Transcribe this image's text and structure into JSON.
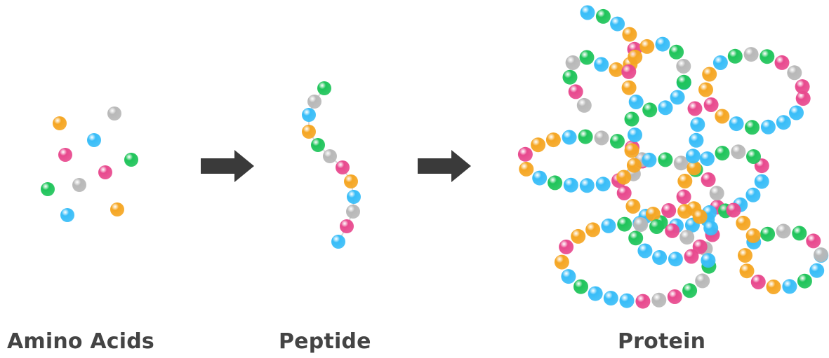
{
  "labels": {
    "amino_acids": "Amino Acids",
    "peptide": "Peptide",
    "protein": "Protein"
  },
  "colors": {
    "orange": "#f5a623",
    "gray": "#b8b8b8",
    "blue": "#38bdf8",
    "pink": "#e8498e",
    "green": "#1fc45a",
    "arrow": "#3a3a3a",
    "text": "#444444"
  }
}
